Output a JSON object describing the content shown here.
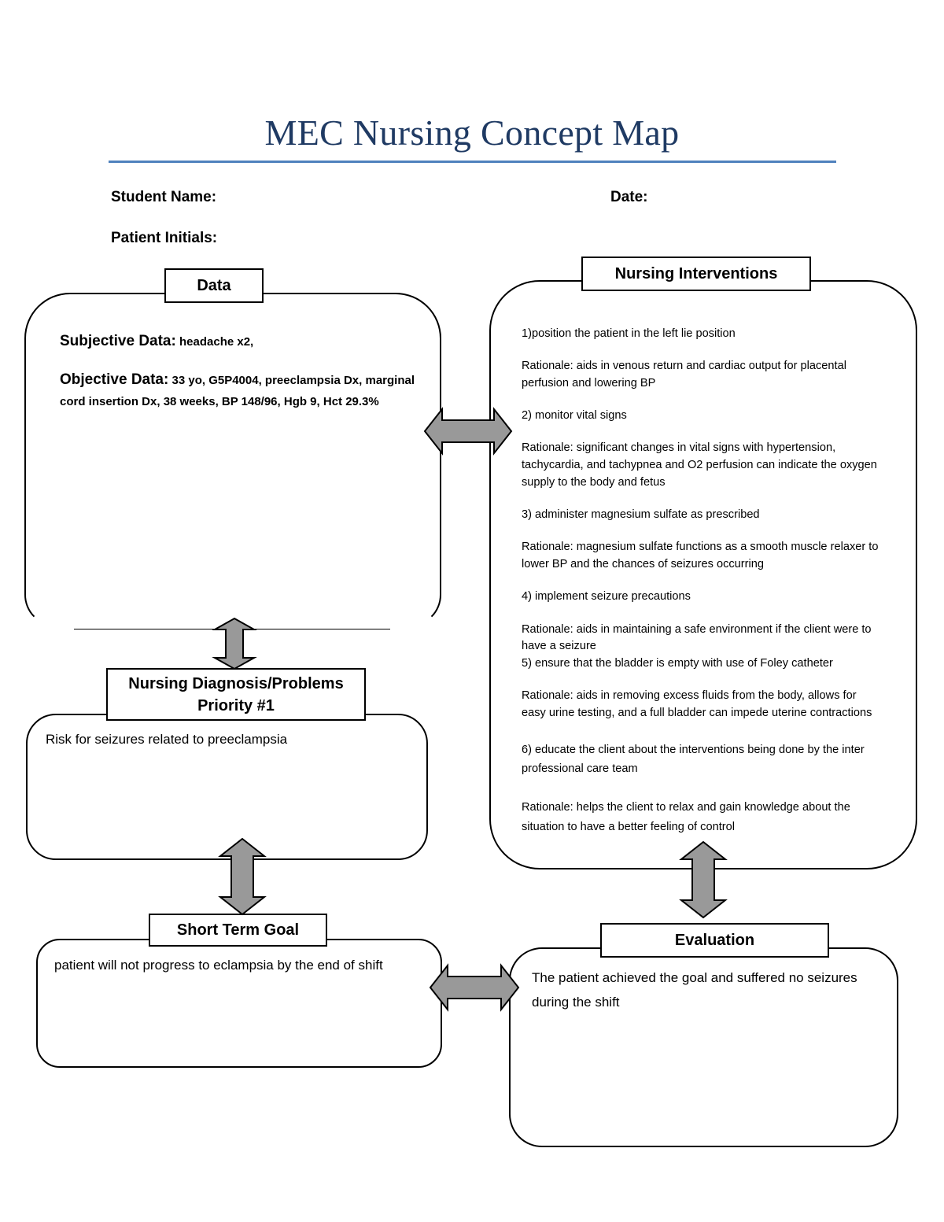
{
  "title": "MEC Nursing Concept Map",
  "header": {
    "student_name_label": "Student Name:",
    "date_label": "Date:",
    "patient_initials_label": "Patient Initials:"
  },
  "data_section": {
    "label": "Data",
    "subjective_label": "Subjective Data:",
    "subjective_value": "headache x2,",
    "objective_label": "Objective Data:",
    "objective_value": "33 yo, G5P4004, preeclampsia Dx, marginal cord insertion Dx, 38 weeks, BP 148/96, Hgb 9, Hct 29.3%"
  },
  "interventions": {
    "label": "Nursing Interventions",
    "items": [
      "1)position the patient in the left lie position",
      "Rationale: aids in venous return and cardiac output for placental perfusion and lowering BP",
      "2)  monitor vital signs",
      "Rationale: significant changes in vital signs with hypertension, tachycardia, and tachypnea and O2 perfusion can indicate the oxygen supply to the body and fetus",
      "3) administer magnesium sulfate as prescribed",
      "Rationale: magnesium sulfate functions as a smooth muscle relaxer to lower BP and the chances of seizures occurring",
      "4) implement seizure precautions",
      "Rationale: aids in maintaining a safe environment if the client were to have a seizure",
      "5) ensure that the bladder is empty with use of Foley catheter",
      "Rationale: aids in removing excess fluids from the body, allows for easy urine testing, and a full bladder can impede uterine contractions",
      "6) educate the client about the interventions being done by the inter professional care team",
      "Rationale: helps the client to relax and gain knowledge about the situation to have a better feeling of control"
    ]
  },
  "diagnosis": {
    "label_line1": "Nursing Diagnosis/Problems",
    "label_line2": "Priority #1",
    "text": "Risk for seizures related to preeclampsia"
  },
  "short_term_goal": {
    "label": "Short Term Goal",
    "text": "patient will not progress to eclampsia by the end of shift"
  },
  "evaluation": {
    "label": "Evaluation",
    "text": "The patient achieved the goal and suffered no seizures during the shift"
  },
  "colors": {
    "title": "#1f3a63",
    "title_rule": "#4f81bd",
    "arrow_fill": "#999999",
    "border": "#000000"
  }
}
